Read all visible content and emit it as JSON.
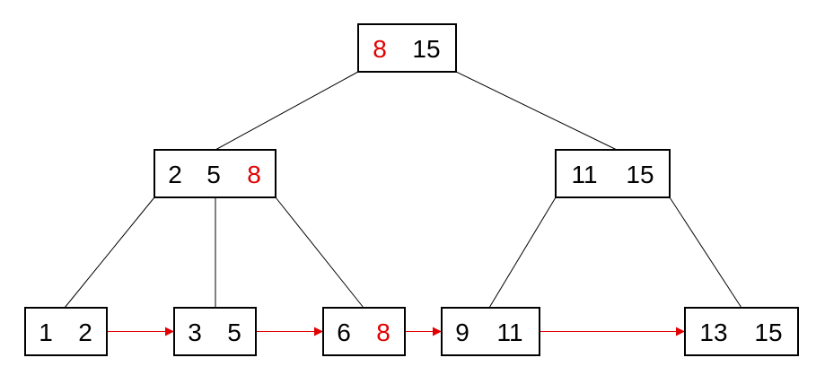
{
  "colors": {
    "node_border": "#000000",
    "key_text": "#000000",
    "highlight_key": "#e00000",
    "tree_edge": "#000000",
    "leaf_link_arrow": "#e00000"
  },
  "nodes": [
    {
      "id": "root",
      "level": 0,
      "keys": [
        {
          "label": "8",
          "highlight": true
        },
        {
          "label": "15",
          "highlight": false
        }
      ]
    },
    {
      "id": "internal-left",
      "level": 1,
      "keys": [
        {
          "label": "2",
          "highlight": false
        },
        {
          "label": "5",
          "highlight": false
        },
        {
          "label": "8",
          "highlight": true
        }
      ]
    },
    {
      "id": "internal-right",
      "level": 1,
      "keys": [
        {
          "label": "11",
          "highlight": false
        },
        {
          "label": "15",
          "highlight": false
        }
      ]
    },
    {
      "id": "leaf-1",
      "level": 2,
      "keys": [
        {
          "label": "1",
          "highlight": false
        },
        {
          "label": "2",
          "highlight": false
        }
      ]
    },
    {
      "id": "leaf-2",
      "level": 2,
      "keys": [
        {
          "label": "3",
          "highlight": false
        },
        {
          "label": "5",
          "highlight": false
        }
      ]
    },
    {
      "id": "leaf-3",
      "level": 2,
      "keys": [
        {
          "label": "6",
          "highlight": false
        },
        {
          "label": "8",
          "highlight": true
        }
      ]
    },
    {
      "id": "leaf-4",
      "level": 2,
      "keys": [
        {
          "label": "9",
          "highlight": false
        },
        {
          "label": "11",
          "highlight": false
        }
      ]
    },
    {
      "id": "leaf-5",
      "level": 2,
      "keys": [
        {
          "label": "13",
          "highlight": false
        },
        {
          "label": "15",
          "highlight": false
        }
      ]
    }
  ],
  "edges": [
    {
      "from": "root",
      "to": "internal-left"
    },
    {
      "from": "root",
      "to": "internal-right"
    },
    {
      "from": "internal-left",
      "to": "leaf-1"
    },
    {
      "from": "internal-left",
      "to": "leaf-2"
    },
    {
      "from": "internal-left",
      "to": "leaf-3"
    },
    {
      "from": "internal-right",
      "to": "leaf-4"
    },
    {
      "from": "internal-right",
      "to": "leaf-5"
    }
  ],
  "leaf_links": [
    {
      "from": "leaf-1",
      "to": "leaf-2"
    },
    {
      "from": "leaf-2",
      "to": "leaf-3"
    },
    {
      "from": "leaf-3",
      "to": "leaf-4"
    },
    {
      "from": "leaf-4",
      "to": "leaf-5"
    }
  ]
}
